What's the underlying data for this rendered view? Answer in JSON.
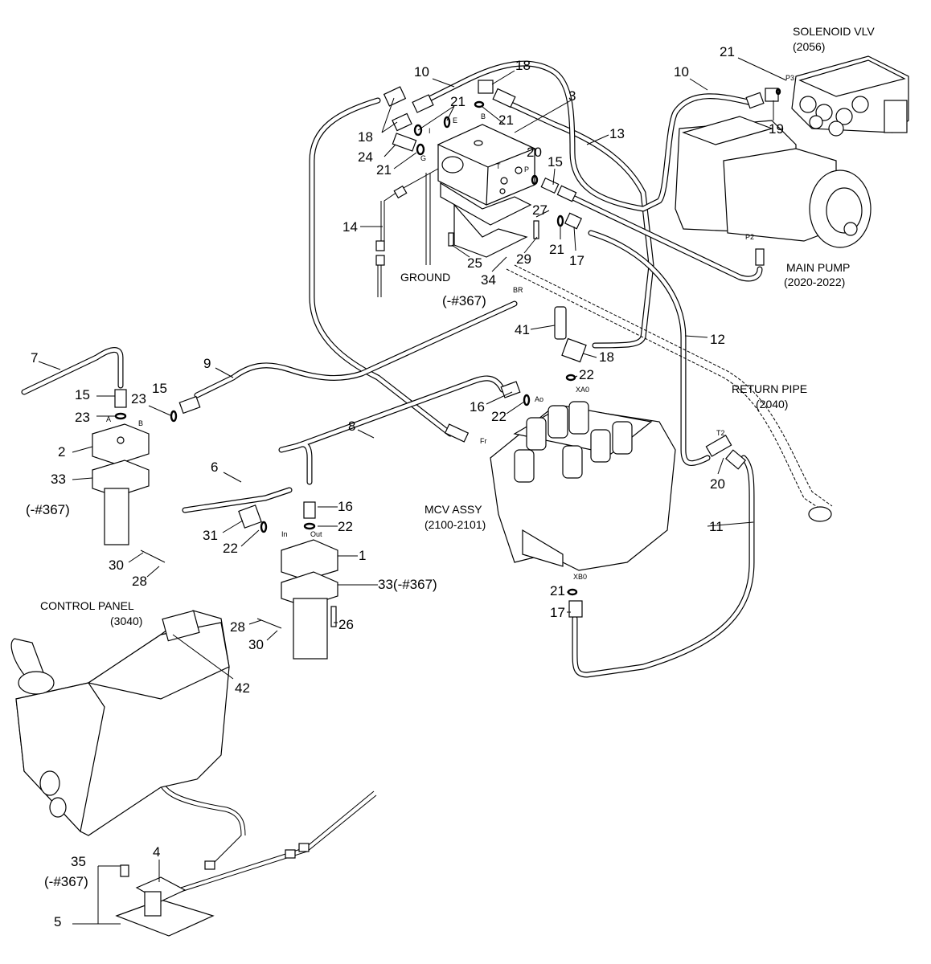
{
  "captions": {
    "solenoid_valve": "SOLENOID VLV",
    "solenoid_valve_ref": "(2056)",
    "main_pump": "MAIN PUMP",
    "main_pump_ref": "(2020-2022)",
    "ground": "GROUND",
    "return_pipe": "RETURN PIPE",
    "return_pipe_ref": "(2040)",
    "mcv_assy": "MCV ASSY",
    "mcv_assy_ref": "(2100-2101)",
    "control_panel": "CONTROL PANEL",
    "control_panel_ref": "(3040)"
  },
  "callouts": {
    "c21a": "21",
    "c10a": "10",
    "c18a": "18",
    "c10b": "10",
    "c3": "3",
    "c21b": "21",
    "c21c": "21",
    "c13": "13",
    "c19": "19",
    "c18b": "18",
    "c24": "24",
    "c21d": "21",
    "c20a": "20",
    "c15a": "15",
    "c27": "27",
    "c14": "14",
    "c21e": "21",
    "c17a": "17",
    "c25": "25",
    "c29": "29",
    "c34": "34",
    "c34s": "(-#367)",
    "c41": "41",
    "c12": "12",
    "c18c": "18",
    "c7": "7",
    "c9": "9",
    "c22a": "22",
    "c15b": "15",
    "c23a": "23",
    "c15c": "15",
    "c23b": "23",
    "c16a": "16",
    "c22b": "22",
    "c8": "8",
    "c2": "2",
    "c33a": "33",
    "c33as": "(-#367)",
    "c6": "6",
    "c20b": "20",
    "c16b": "16",
    "c22c": "22",
    "c31": "31",
    "c22d": "22",
    "c11": "11",
    "c1": "1",
    "c30a": "30",
    "c28a": "28",
    "c33b": "33(-#367)",
    "c21f": "21",
    "c17b": "17",
    "c28b": "28",
    "c30b": "30",
    "c26": "26",
    "c42": "42",
    "c4": "4",
    "c35": "35",
    "c35s": "(-#367)",
    "c5": "5"
  },
  "ports": {
    "A": "A",
    "B": "B",
    "I": "I",
    "E": "E",
    "B2": "B",
    "G": "G",
    "T": "T",
    "P": "P",
    "BR": "BR",
    "P3": "P3",
    "P2": "P2",
    "XA0": "XA0",
    "Ao": "Ao",
    "Fr": "Fr",
    "T2": "T2",
    "In": "In",
    "Out": "Out",
    "XB0": "XB0"
  }
}
